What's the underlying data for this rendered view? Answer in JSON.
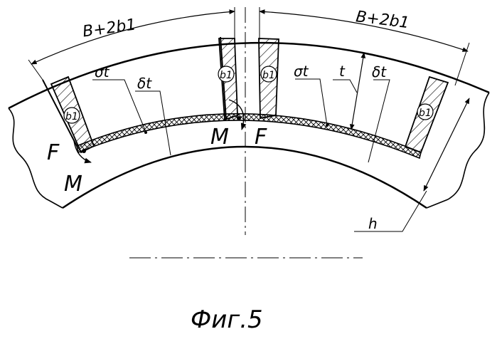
{
  "labels": {
    "dim_left": "B+2b1",
    "dim_right": "B+2b1",
    "b1": "b1",
    "sigma": "σt",
    "delta": "δt",
    "t": "t",
    "h": "h",
    "F": "F",
    "M": "M"
  },
  "caption": "Фиг.5",
  "colors": {
    "ink": "#000000",
    "background": "#ffffff"
  }
}
